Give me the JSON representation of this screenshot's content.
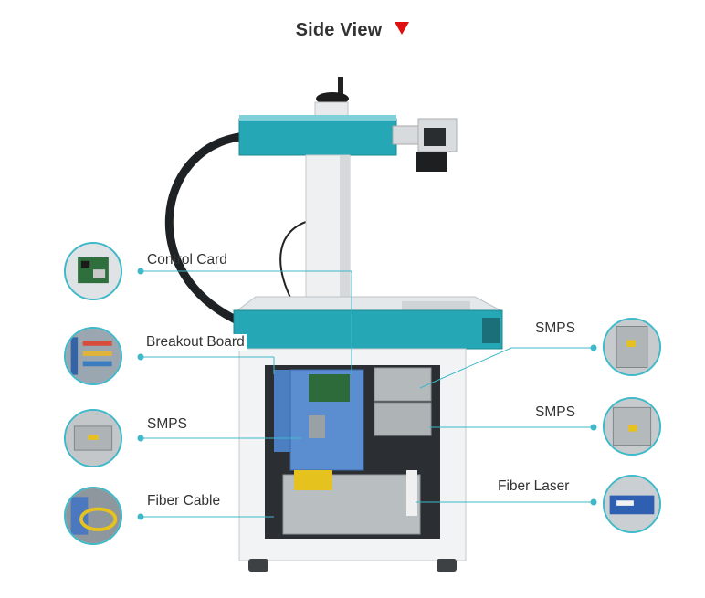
{
  "title": "Side View",
  "accent_color": "#3fb9c9",
  "arrow_color": "#e01010",
  "machine_color": "#25a7b5",
  "callouts": {
    "control_card": "Control Card",
    "breakout_board": "Breakout Board",
    "smps_left": "SMPS",
    "fiber_cable": "Fiber Cable",
    "smps_right_top": "SMPS",
    "smps_right_bottom": "SMPS",
    "fiber_laser": "Fiber Laser"
  },
  "icons": {
    "arrow": "red-down-triangle-icon",
    "thumbnails": [
      "control-card-photo",
      "breakout-board-photo",
      "smps-photo",
      "fiber-cable-photo",
      "smps-photo",
      "smps-photo",
      "fiber-laser-photo"
    ]
  }
}
